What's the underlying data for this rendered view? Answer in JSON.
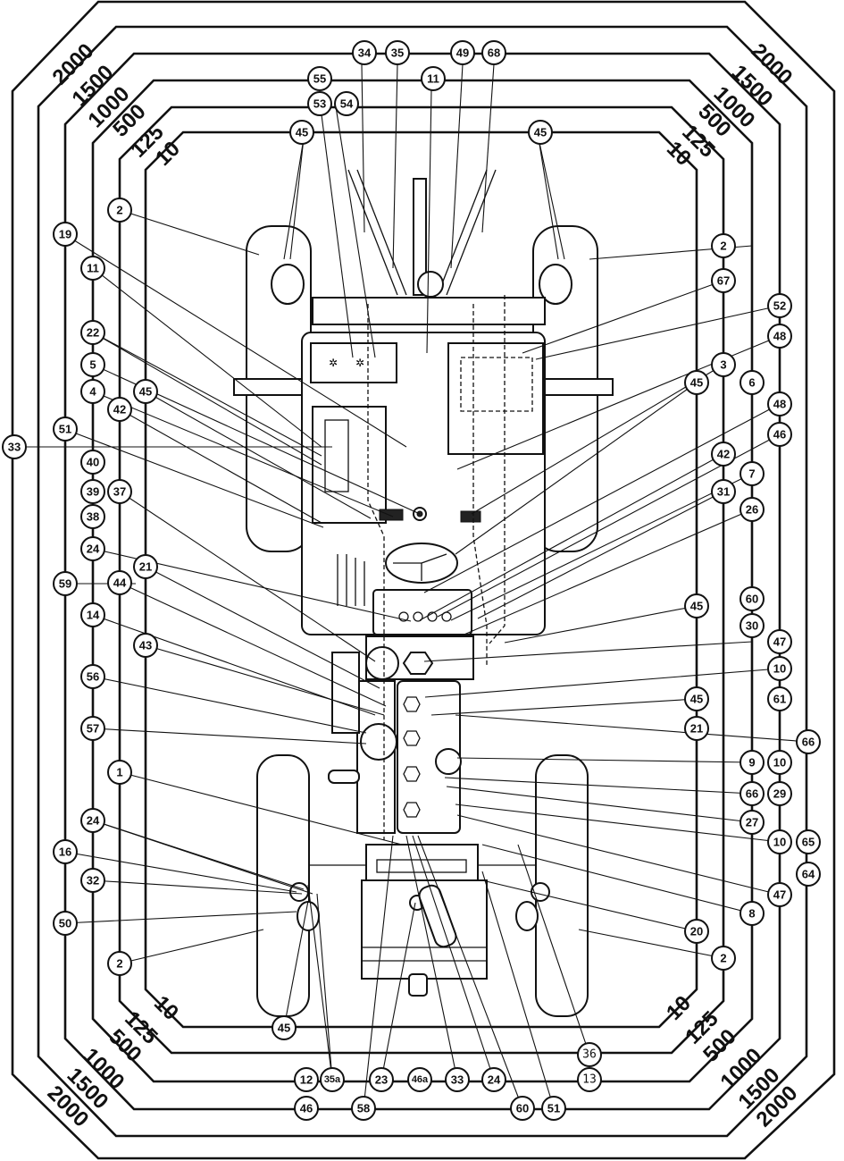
{
  "intervals": [
    "10",
    "125",
    "500",
    "1000",
    "1500",
    "2000"
  ],
  "callouts": {
    "top": [
      "34",
      "35",
      "49",
      "68",
      "55",
      "11",
      "53",
      "54",
      "45",
      "45"
    ],
    "left": [
      "2",
      "19",
      "11",
      "22",
      "5",
      "4",
      "45",
      "42",
      "51",
      "33",
      "40",
      "39",
      "37",
      "38",
      "24",
      "59",
      "44",
      "21",
      "14",
      "43",
      "56",
      "57",
      "1",
      "24",
      "16",
      "32",
      "50",
      "2"
    ],
    "right": [
      "2",
      "67",
      "52",
      "48",
      "3",
      "45",
      "6",
      "48",
      "46",
      "42",
      "7",
      "31",
      "26",
      "60",
      "45",
      "30",
      "47",
      "10",
      "45",
      "61",
      "21",
      "66",
      "9",
      "10",
      "66",
      "29",
      "27",
      "10",
      "65",
      "64",
      "47",
      "8",
      "20",
      "2"
    ],
    "bottom": [
      "45",
      "36",
      "13",
      "12",
      "35a",
      "23",
      "46a",
      "33",
      "24",
      "46",
      "58",
      "60",
      "51"
    ]
  }
}
